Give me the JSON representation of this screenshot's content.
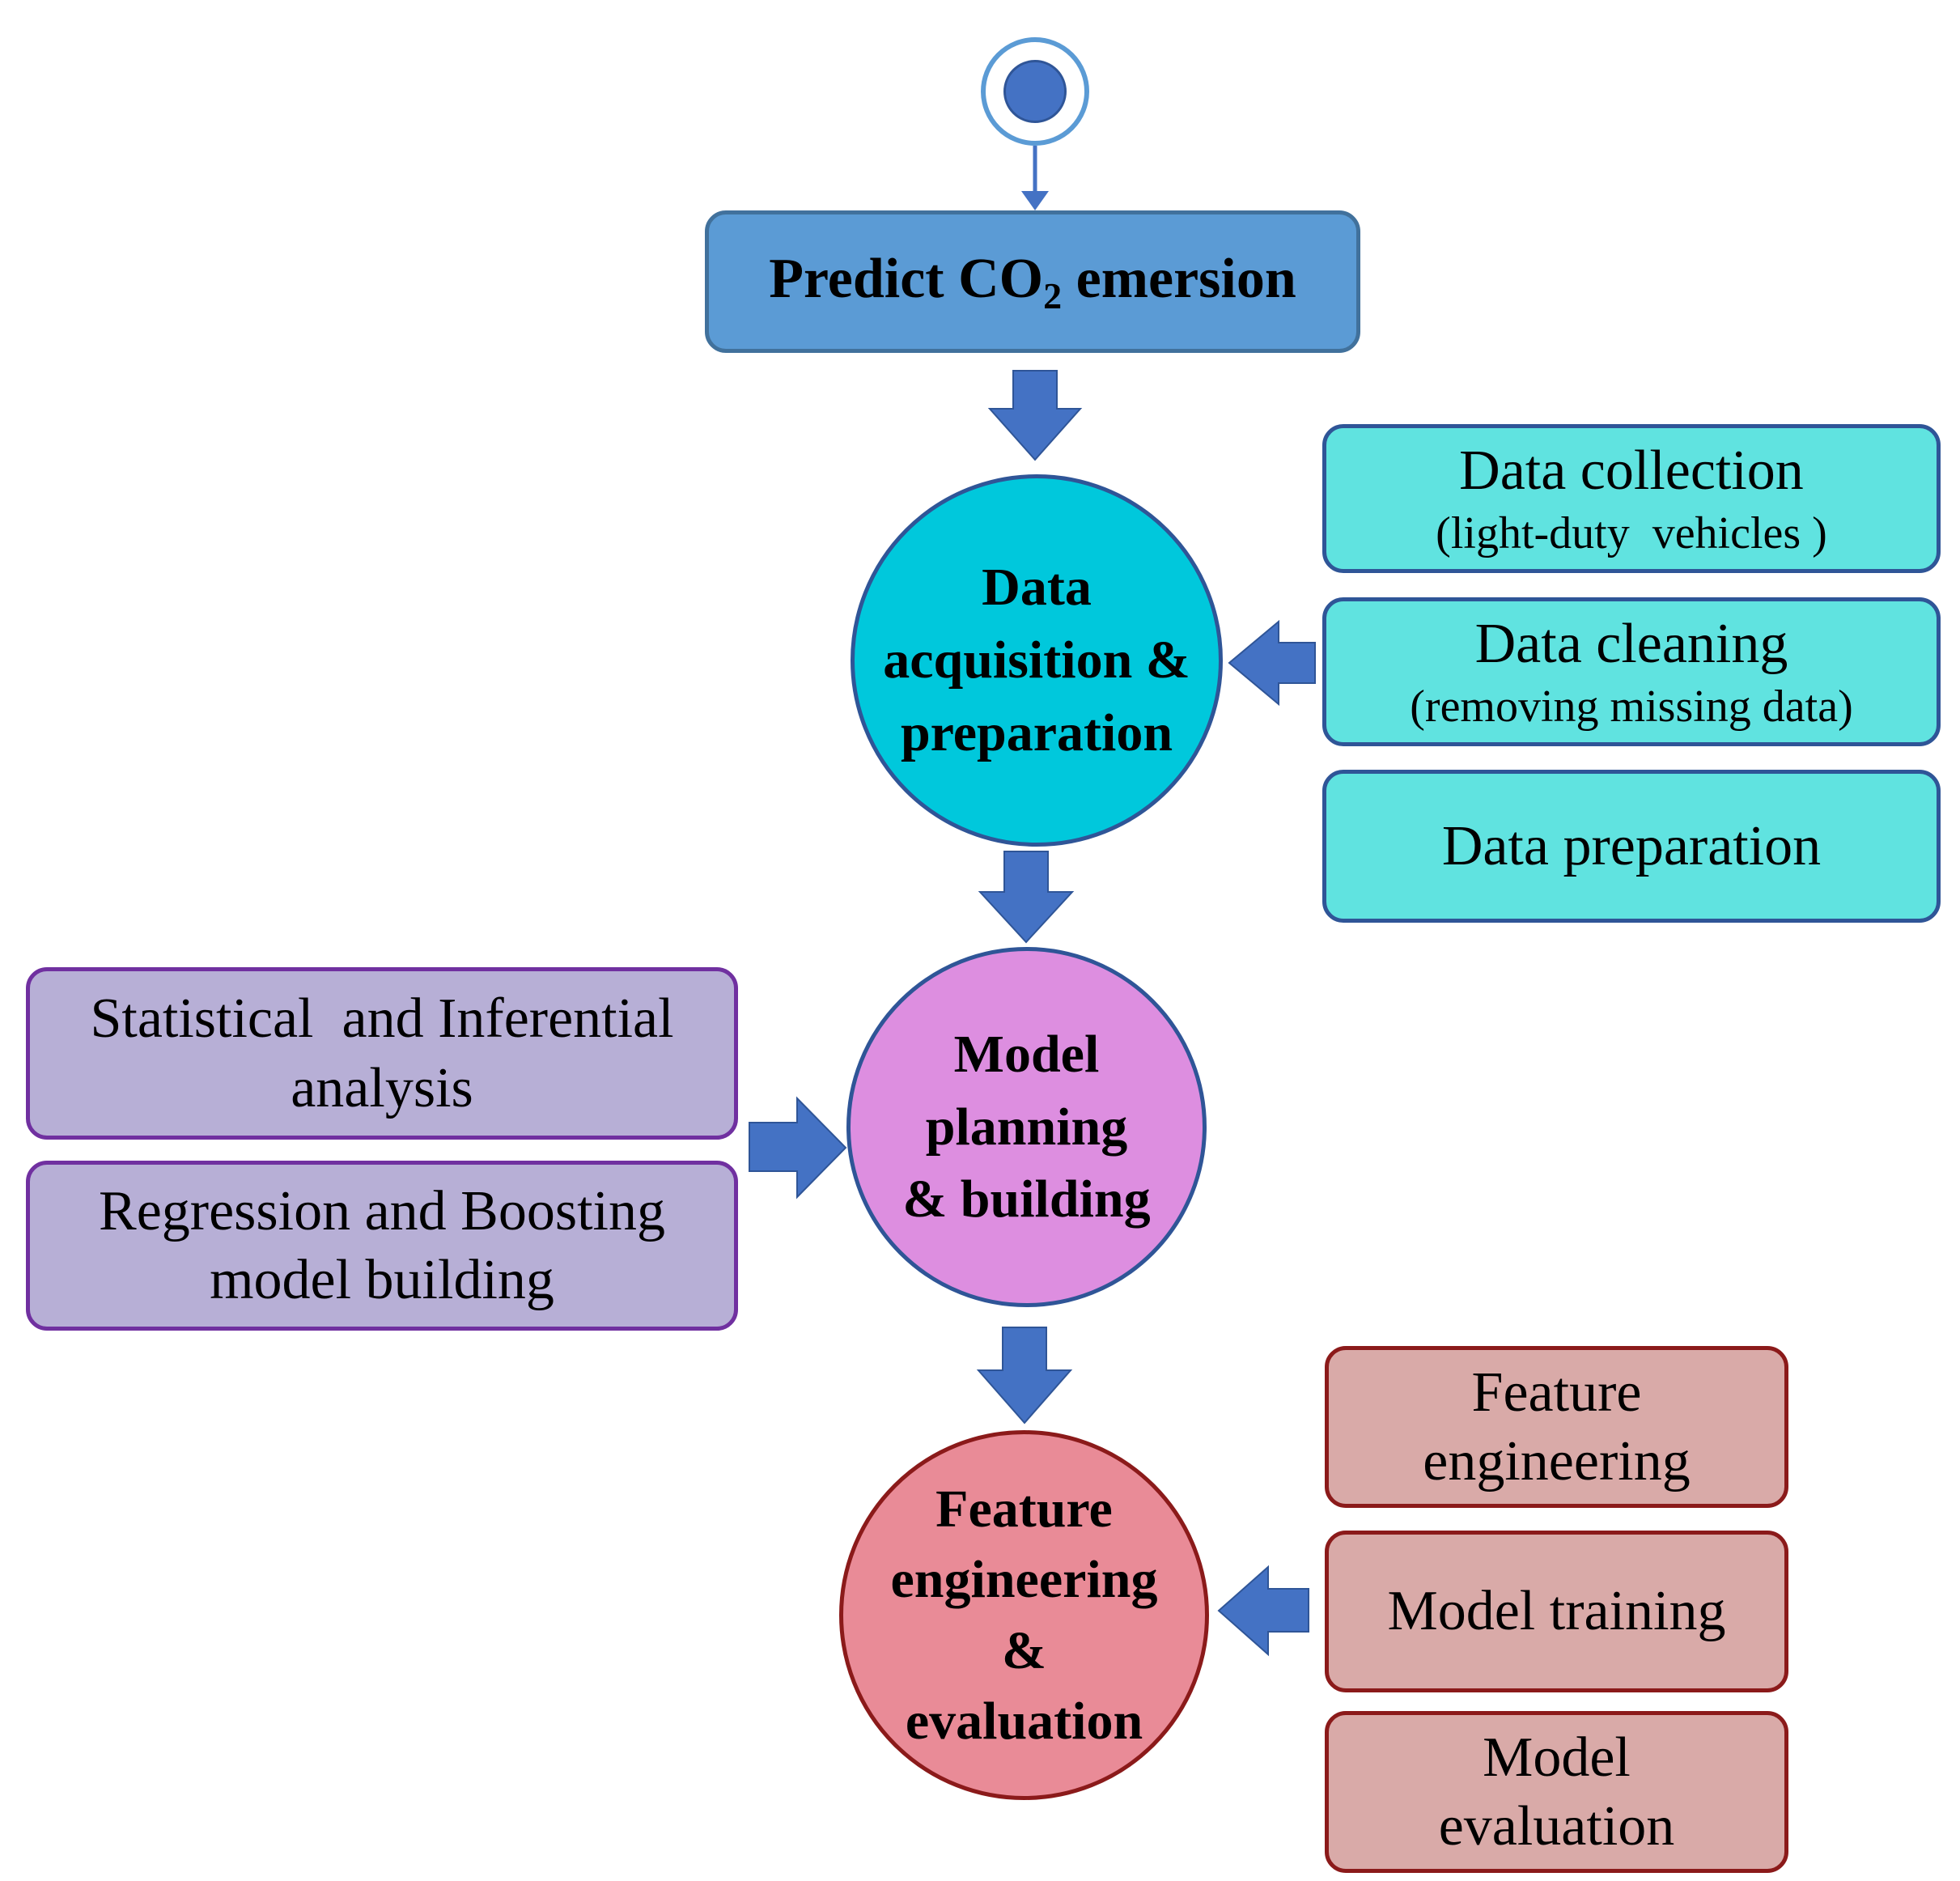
{
  "diagram": {
    "predict": {
      "text": "Predict CO",
      "subscript": "2",
      "suffix": " emersion"
    },
    "stages": {
      "data_acquisition": [
        "Data",
        "acquisition &",
        "preparation"
      ],
      "model_planning": [
        "Model",
        "planning",
        "& building"
      ],
      "feature_evaluation": [
        "Feature",
        "engineering",
        "&",
        "evaluation"
      ]
    },
    "data_steps": {
      "collection": {
        "title": "Data collection",
        "detail": "(light-duty  vehicles )"
      },
      "cleaning": {
        "title": "Data cleaning",
        "detail": "(removing missing data)"
      },
      "preparation": {
        "title": "Data preparation"
      }
    },
    "model_steps": {
      "statistical": [
        "Statistical  and Inferential",
        "analysis"
      ],
      "regression": [
        "Regression and Boosting",
        "model building"
      ]
    },
    "evaluation_steps": {
      "feature_engineering": [
        "Feature",
        "engineering"
      ],
      "model_training": "Model training",
      "model_evaluation": [
        "Model",
        "evaluation"
      ]
    },
    "colors": {
      "arrow": "#4472c4",
      "predict_fill": "#5b9bd5",
      "data_stage_fill": "#00c8dc",
      "data_box_fill": "#60e3e0",
      "model_stage_fill": "#dd8ee0",
      "model_box_fill": "#b7afd6",
      "eval_stage_fill": "#e98b97",
      "eval_box_fill": "#d9aaa8"
    }
  }
}
